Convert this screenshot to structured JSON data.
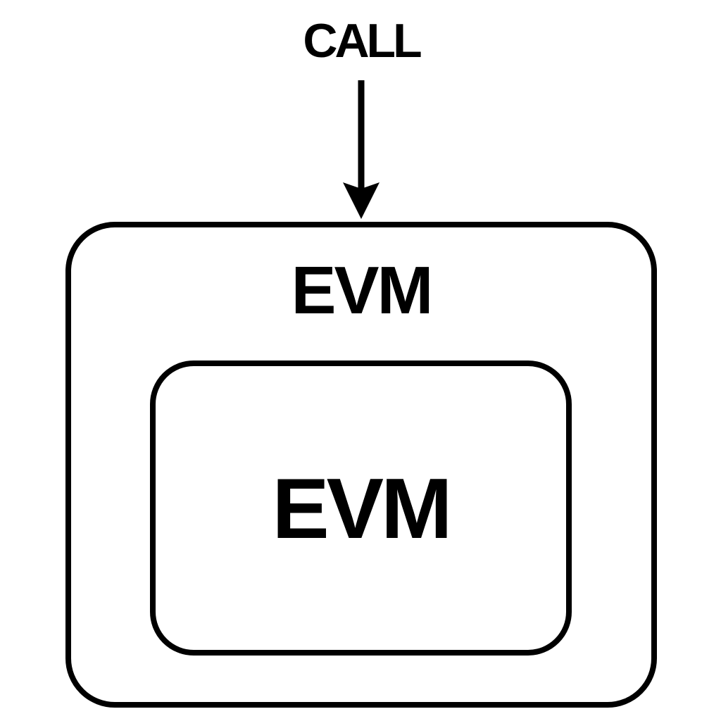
{
  "diagram": {
    "background_color": "#ffffff",
    "line_color": "#000000",
    "text_color": "#000000",
    "call": {
      "label": "CALL"
    },
    "arrow": {
      "icon": "down-arrow-icon",
      "direction": "down"
    },
    "outer_box": {
      "label": "EVM"
    },
    "inner_box": {
      "label": "EVM"
    }
  }
}
